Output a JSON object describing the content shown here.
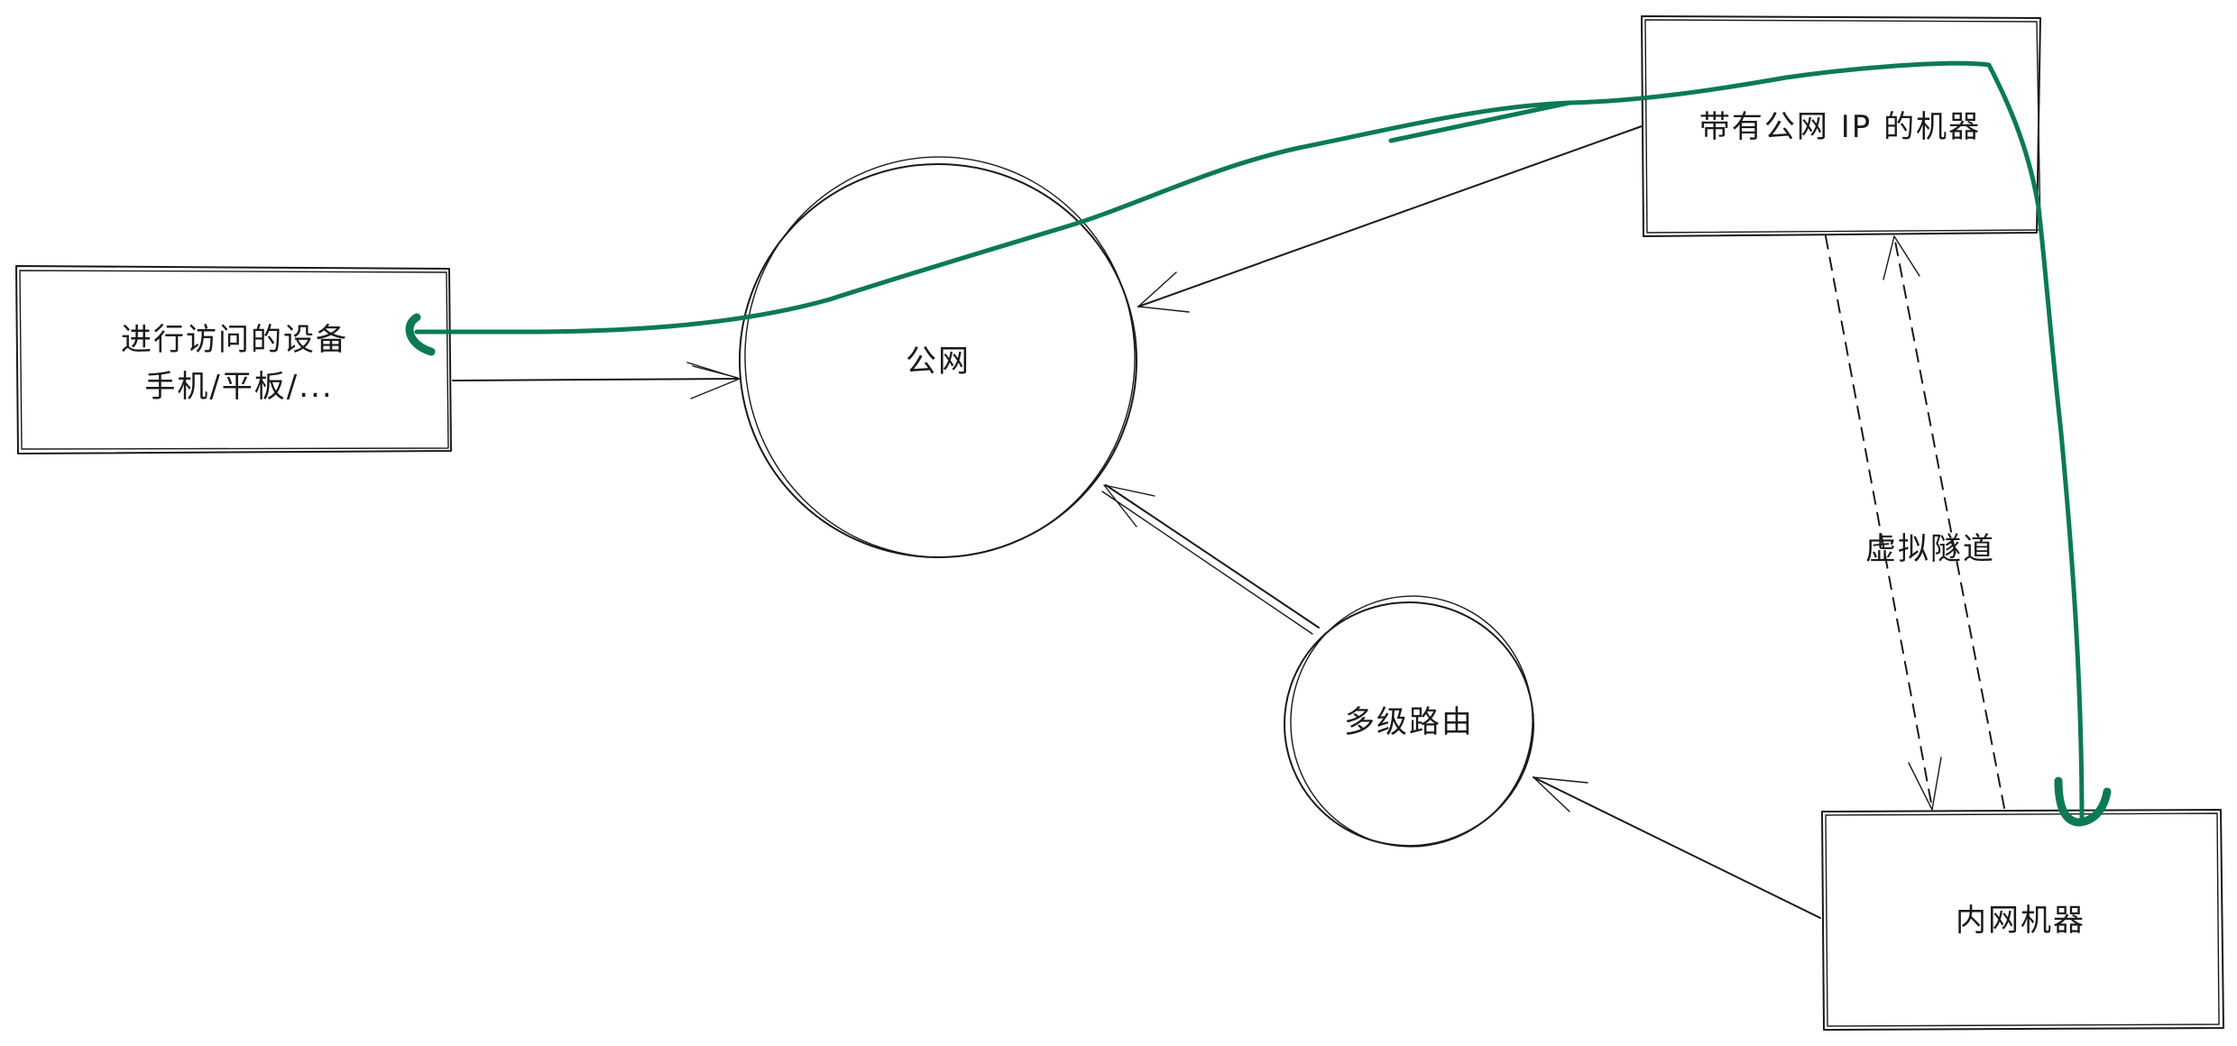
{
  "nodes": {
    "device": {
      "line1": "进行访问的设备",
      "line2": "手机/平板/..."
    },
    "public_net": {
      "label": "公网"
    },
    "public_ip_machine": {
      "label": "带有公网 IP 的机器"
    },
    "multi_router": {
      "label": "多级路由"
    },
    "intranet_machine": {
      "label": "内网机器"
    }
  },
  "edges": {
    "tunnel_label": "虚拟隧道"
  },
  "colors": {
    "ink": "#1a1a1a",
    "highlight_path": "#0b7a55",
    "background": "#ffffff"
  }
}
